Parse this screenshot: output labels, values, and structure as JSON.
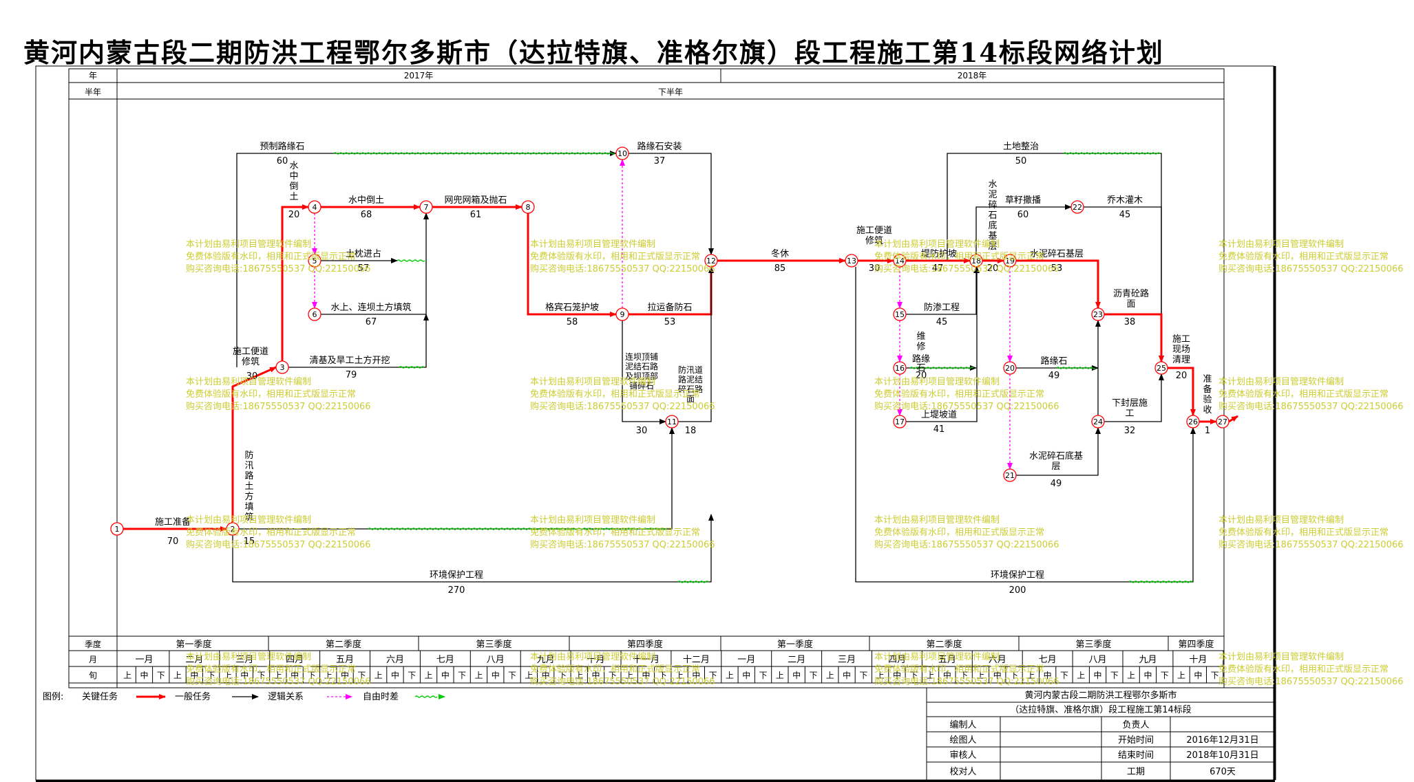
{
  "title": "黄河内蒙古段二期防洪工程鄂尔多斯市（达拉特旗、准格尔旗）段工程施工第14标段网络计划",
  "timescale": {
    "year_label": "年",
    "half_label": "半年",
    "quarter_label": "季度",
    "month_label": "月",
    "xun_label": "旬",
    "years": [
      "2017年",
      "2018年"
    ],
    "half": "下半年",
    "quarters": [
      "第一季度",
      "第二季度",
      "第三季度",
      "第四季度",
      "第一季度",
      "第二季度",
      "第三季度",
      "第四季度"
    ],
    "months": [
      "一月",
      "二月",
      "三月",
      "四月",
      "五月",
      "六月",
      "七月",
      "八月",
      "九月",
      "十月",
      "十一月",
      "十二月",
      "一月",
      "二月",
      "三月",
      "四月",
      "五月",
      "六月",
      "七月",
      "八月",
      "九月",
      "十月"
    ],
    "xun": [
      "上",
      "中",
      "下"
    ]
  },
  "nodes": [
    "1",
    "2",
    "3",
    "4",
    "5",
    "6",
    "7",
    "8",
    "9",
    "10",
    "11",
    "12",
    "13",
    "14",
    "15",
    "16",
    "17",
    "18",
    "19",
    "20",
    "21",
    "22",
    "23",
    "24",
    "25",
    "26",
    "27"
  ],
  "tasks": [
    {
      "name": "施工准备",
      "days": "70"
    },
    {
      "name": "防汛路土方填筑",
      "days": "15"
    },
    {
      "name": "施工便道修筑",
      "days": "30"
    },
    {
      "name": "水中倒土",
      "days": "20"
    },
    {
      "name": "水中倒土",
      "days": "68"
    },
    {
      "name": "土枕进占",
      "days": "57"
    },
    {
      "name": "水上、连坝土方填筑",
      "days": "67"
    },
    {
      "name": "清基及旱工土方开挖",
      "days": "79"
    },
    {
      "name": "网兜网箱及抛石",
      "days": "61"
    },
    {
      "name": "格宾石笼护坡",
      "days": "58"
    },
    {
      "name": "拉运备防石",
      "days": "53"
    },
    {
      "name": "预制路缘石",
      "days": "60"
    },
    {
      "name": "路缘石安装",
      "days": "37"
    },
    {
      "name": "连坝顶铺泥结石路及坝顶部铺碎石",
      "days": "30"
    },
    {
      "name": "防汛道路泥结碎石路面",
      "days": "18"
    },
    {
      "name": "环境保护工程",
      "days": "270"
    },
    {
      "name": "冬休",
      "days": "85"
    },
    {
      "name": "施工便道修筑",
      "days": "30"
    },
    {
      "name": "堤防护坡",
      "days": "47"
    },
    {
      "name": "防渗工程",
      "days": "45"
    },
    {
      "name": "维修路缘石",
      "days": "20"
    },
    {
      "name": "上堤坡道",
      "days": "41"
    },
    {
      "name": "土地整治",
      "days": "50"
    },
    {
      "name": "水泥碎石底基层",
      "days": "20"
    },
    {
      "name": "草籽撒播",
      "days": "60"
    },
    {
      "name": "乔木灌木",
      "days": "45"
    },
    {
      "name": "水泥碎石基层",
      "days": "53"
    },
    {
      "name": "路缘石",
      "days": "49"
    },
    {
      "name": "水泥碎石底基层",
      "days": "49"
    },
    {
      "name": "沥青砼路面",
      "days": "38"
    },
    {
      "name": "下封层施工",
      "days": "32"
    },
    {
      "name": "施工现场清理",
      "days": "20"
    },
    {
      "name": "准备验收",
      "days": "1"
    },
    {
      "name": "环境保护工程",
      "days": "200"
    }
  ],
  "legend": {
    "label": "图例:",
    "critical": "关键任务",
    "normal": "一般任务",
    "logic": "逻辑关系",
    "float": "自由时差",
    "colors": {
      "critical": "#ff0000",
      "normal": "#000000",
      "logic": "#ff00ff",
      "float": "#00cc00"
    }
  },
  "info": {
    "title1": "黄河内蒙古段二期防洪工程鄂尔多斯市",
    "title2": "（达拉特旗、准格尔旗）段工程施工第14标段",
    "editor_label": "编制人",
    "drawer_label": "绘图人",
    "checker_label": "审核人",
    "proof_label": "校对人",
    "owner_label": "负责人",
    "start_label": "开始时间",
    "start_value": "2016年12月31日",
    "end_label": "结束时间",
    "end_value": "2018年10月31日",
    "duration_label": "工期",
    "duration_value": "670天"
  },
  "watermark": {
    "line1": "本计划由易利项目管理软件编制",
    "line2": "免费体验版有水印，相用和正式版显示正常",
    "line3": "购买咨询电话:18675550537 QQ:22150066"
  }
}
